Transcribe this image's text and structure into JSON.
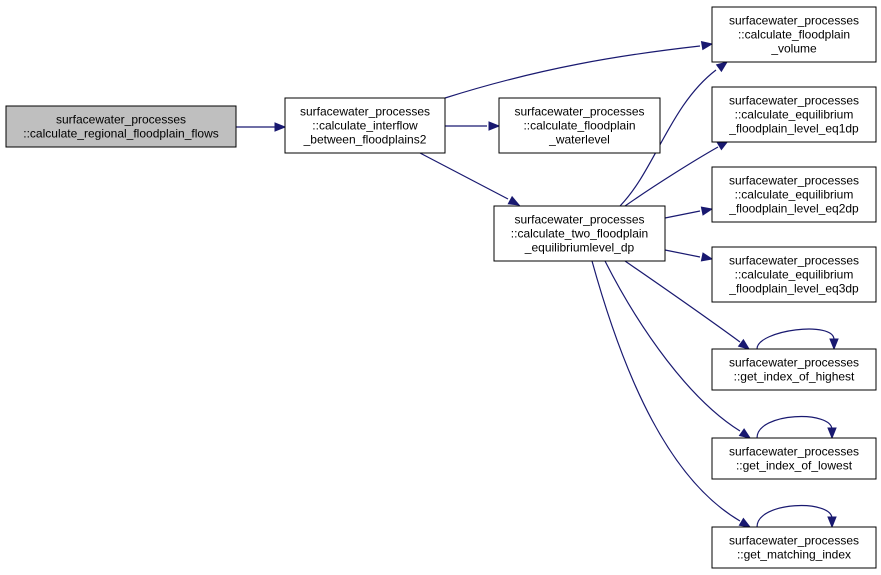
{
  "colors": {
    "node_fill": "#ffffff",
    "root_fill": "#bfbfbf",
    "node_border": "#000000",
    "edge": "#191970"
  },
  "nodes": {
    "regional": {
      "lines": [
        "surfacewater_processes",
        "::calculate_regional_floodplain_flows"
      ],
      "highlighted": true
    },
    "interflow": {
      "lines": [
        "surfacewater_processes",
        "::calculate_interflow",
        "_between_floodplains2"
      ]
    },
    "waterlevel": {
      "lines": [
        "surfacewater_processes",
        "::calculate_floodplain",
        "_waterlevel"
      ]
    },
    "volume": {
      "lines": [
        "surfacewater_processes",
        "::calculate_floodplain",
        "_volume"
      ]
    },
    "two_fp": {
      "lines": [
        "surfacewater_processes",
        "::calculate_two_floodplain",
        "_equilibriumlevel_dp"
      ]
    },
    "eq1dp": {
      "lines": [
        "surfacewater_processes",
        "::calculate_equilibrium",
        "_floodplain_level_eq1dp"
      ]
    },
    "eq2dp": {
      "lines": [
        "surfacewater_processes",
        "::calculate_equilibrium",
        "_floodplain_level_eq2dp"
      ]
    },
    "eq3dp": {
      "lines": [
        "surfacewater_processes",
        "::calculate_equilibrium",
        "_floodplain_level_eq3dp"
      ]
    },
    "highest": {
      "lines": [
        "surfacewater_processes",
        "::get_index_of_highest"
      ]
    },
    "lowest": {
      "lines": [
        "surfacewater_processes",
        "::get_index_of_lowest"
      ]
    },
    "matching": {
      "lines": [
        "surfacewater_processes",
        "::get_matching_index"
      ]
    }
  },
  "edges": [
    {
      "from": "regional",
      "to": "interflow"
    },
    {
      "from": "interflow",
      "to": "volume"
    },
    {
      "from": "interflow",
      "to": "waterlevel"
    },
    {
      "from": "interflow",
      "to": "two_fp"
    },
    {
      "from": "two_fp",
      "to": "volume"
    },
    {
      "from": "two_fp",
      "to": "eq1dp"
    },
    {
      "from": "two_fp",
      "to": "eq2dp"
    },
    {
      "from": "two_fp",
      "to": "eq3dp"
    },
    {
      "from": "two_fp",
      "to": "highest"
    },
    {
      "from": "two_fp",
      "to": "lowest"
    },
    {
      "from": "two_fp",
      "to": "matching"
    },
    {
      "from": "highest",
      "to": "highest"
    },
    {
      "from": "lowest",
      "to": "lowest"
    },
    {
      "from": "matching",
      "to": "matching"
    }
  ]
}
